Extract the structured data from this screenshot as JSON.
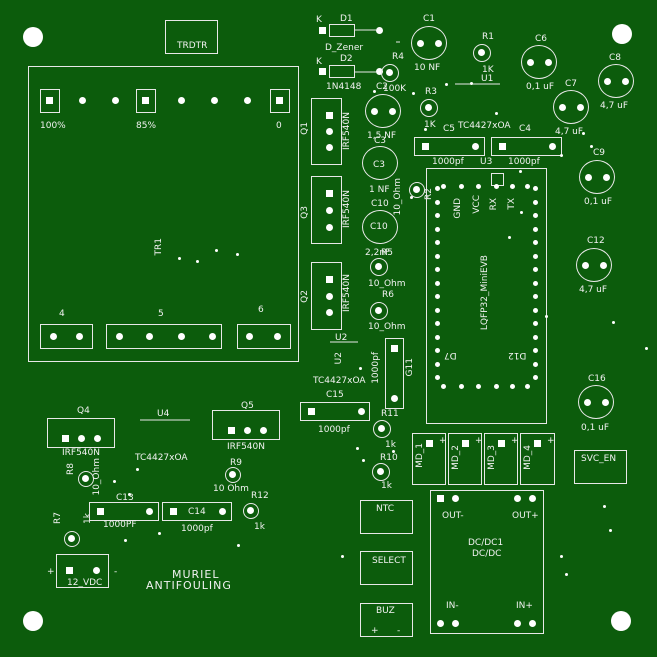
{
  "labels": {
    "trdtr": "TRDTR",
    "tr1": "TR1",
    "p100": "100%",
    "p85": "85%",
    "p0": "0",
    "p4": "4",
    "p5": "5",
    "p6": "6",
    "k1": "K",
    "d1": "D1",
    "d1v": "D_Zener",
    "k2": "K",
    "d2": "D2",
    "d2v": "1N4148",
    "c1": "C1",
    "c1v": "10 NF",
    "r4": "R4",
    "r4v": "100K",
    "r1": "R1",
    "r1v": "1K",
    "u1": "U1",
    "c6": "C6",
    "c6v": "0,1 uF",
    "c8": "C8",
    "c8v": "4,7 uF",
    "c7": "C7",
    "c7v": "4,7 uF",
    "c2": "C2",
    "c2v": "1,5 NF",
    "r3": "R3",
    "r3v": "1K",
    "c5": "C5",
    "u1v": "TC4427xOA",
    "c4": "C4",
    "c5v": "1000pf",
    "u3": "U3",
    "c4v": "1000pf",
    "c9": "C9",
    "c9v": "0,1 uF",
    "c3": "C3",
    "c3v": "1 NF",
    "r2": "R2",
    "r2v": "10_Ohm",
    "c10": "C10",
    "c10v": "2,2nF",
    "r5": "R5",
    "r5v": "10_Ohm",
    "r6": "R6",
    "r6v": "10_Ohm",
    "c12": "C12",
    "c12v": "4,7 uF",
    "q1": "Q1",
    "q1v": "IRF540N",
    "q3": "Q3",
    "q3v": "IRF540N",
    "q2": "Q2",
    "q2v": "IRF540N",
    "gnd": "GND",
    "vcc": "VCC",
    "rx": "RX",
    "tx": "TX",
    "mcu": "LQFP32_MiniEVB",
    "d7": "D7",
    "d12": "D12",
    "u2": "U2",
    "u2v": "TC4427xOA",
    "u2r": "U2",
    "c15": "C15",
    "c15v": "1000pf",
    "c11v": "1000pf",
    "g11": "G11",
    "c16": "C16",
    "c16v": "0,1 uF",
    "q4": "Q4",
    "q4v": "IRF540N",
    "u4": "U4",
    "u4v": "TC4427xOA",
    "q5": "Q5",
    "q5v": "IRF540N",
    "r11": "R11",
    "r11v": "1k",
    "r10": "R10",
    "r10v": "1k",
    "r8": "R8",
    "r8v": "10_Ohm",
    "r9": "R9",
    "r9v": "10 Ohm",
    "r12": "R12",
    "r12v": "1k",
    "c13": "C13",
    "c13v": "1000PF",
    "c14": "C14",
    "c14v": "1000pf",
    "r7": "R7",
    "r7v": "1k",
    "md1": "MD_1",
    "md2": "MD_2",
    "md3": "MD_3",
    "md4": "MD_4",
    "svc": "SVC_EN",
    "ntc": "NTC",
    "select": "SELECT",
    "buz": "BUZ",
    "outm": "OUT-",
    "outp": "OUT+",
    "dcdc1": "DC/DC1",
    "dcdc": "DC/DC",
    "inm": "IN-",
    "inp": "IN+",
    "v12": "12_VDC",
    "plus": "+",
    "minus": "-",
    "brand1": "MURIEL",
    "brand2": "ANTIFOULING"
  }
}
